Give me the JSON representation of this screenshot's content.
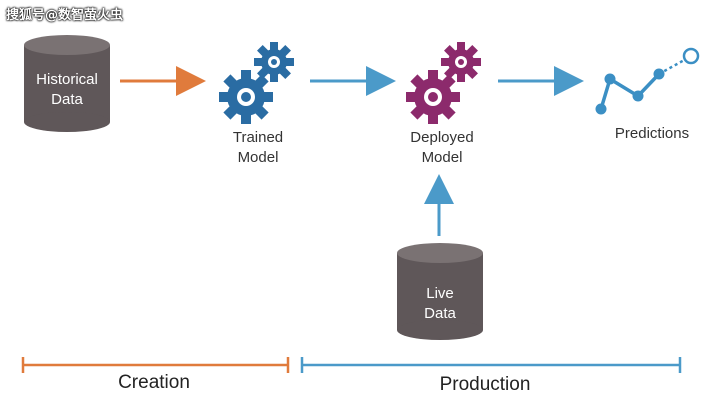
{
  "watermark": "搜狐号@数智萤火虫",
  "nodes": {
    "historical_data": {
      "line1": "Historical",
      "line2": "Data"
    },
    "trained_model": {
      "line1": "Trained",
      "line2": "Model"
    },
    "deployed_model": {
      "line1": "Deployed",
      "line2": "Model"
    },
    "predictions": {
      "label": "Predictions"
    },
    "live_data": {
      "line1": "Live",
      "line2": "Data"
    }
  },
  "phases": {
    "creation": "Creation",
    "production": "Production"
  },
  "colors": {
    "cylinder": "#5f5759",
    "cylinder_top": "#7a7273",
    "gear_trained": "#2a6ca3",
    "gear_deployed": "#8c2a6c",
    "arrow_creation": "#e07b3c",
    "arrow_production": "#4b9ac9",
    "predictions": "#3b8fc4"
  }
}
